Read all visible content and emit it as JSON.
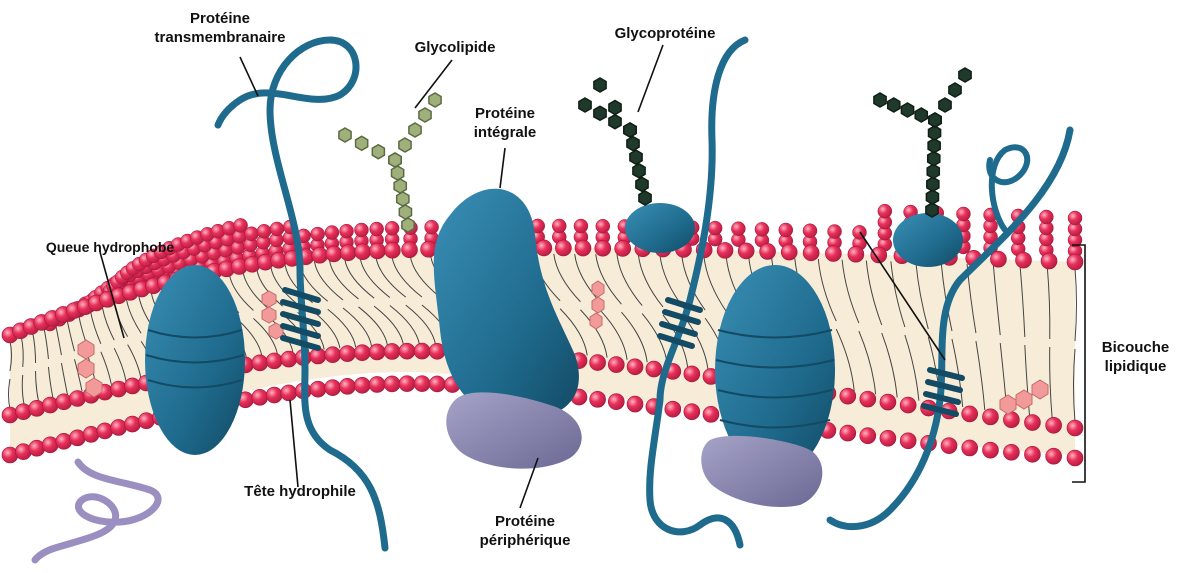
{
  "labels": {
    "transmembrane_line1": "Protéine",
    "transmembrane_line2": "transmembranaire",
    "glycolipid": "Glycolipide",
    "glycoprotein": "Glycoprotéine",
    "integral_line1": "Protéine",
    "integral_line2": "intégrale",
    "hydrophobic_tail": "Queue hydrophobe",
    "hydrophilic_head": "Tête hydrophile",
    "peripheral_line1": "Protéine",
    "peripheral_line2": "périphérique",
    "bilayer_line1": "Bicouche",
    "bilayer_line2": "lipidique"
  },
  "colors": {
    "head": "#e8305a",
    "head_highlight": "#ff8fa8",
    "interior": "#f6ecd7",
    "tail_line": "#444444",
    "protein": "#1f6b8e",
    "protein_dark": "#134a64",
    "peripheral": "#7d7aa6",
    "glycolipid": "#9fb07a",
    "glycoprotein": "#1f3a2a",
    "cholesterol": "#f29a9a",
    "purple_strand": "#9a8fc0"
  }
}
